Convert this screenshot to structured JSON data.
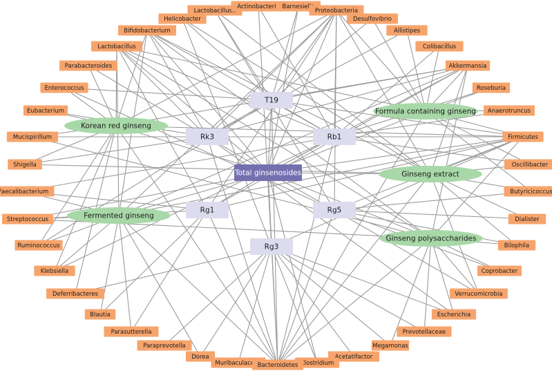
{
  "center": {
    "id": "total",
    "label": "Total ginsenosides"
  },
  "ginsenosides": [
    {
      "id": "t19",
      "label": "T19"
    },
    {
      "id": "rk3",
      "label": "Rk3"
    },
    {
      "id": "rb1",
      "label": "Rb1"
    },
    {
      "id": "rg1",
      "label": "Rg1"
    },
    {
      "id": "rg5",
      "label": "Rg5"
    },
    {
      "id": "rg3",
      "label": "Rg3"
    }
  ],
  "products": [
    {
      "id": "korean",
      "label": "Korean red ginseng"
    },
    {
      "id": "fermented",
      "label": "Fermented ginseng"
    },
    {
      "id": "formula",
      "label": "Formula containing ginseng"
    },
    {
      "id": "extract",
      "label": "Ginseng extract"
    },
    {
      "id": "polysac",
      "label": "Ginseng polysaccharides"
    }
  ],
  "bacteria": [
    {
      "id": "lactobacillush",
      "label": "Lactobacillush"
    },
    {
      "id": "actinobacteria",
      "label": "Actinobacteria"
    },
    {
      "id": "barnesiella",
      "label": "Barnesiella"
    },
    {
      "id": "proteobacteria",
      "label": "Proteobacteria"
    },
    {
      "id": "helicobacter",
      "label": "Helicobacter"
    },
    {
      "id": "desulfovibrio",
      "label": "Desulfovibrio"
    },
    {
      "id": "bifidobacterium",
      "label": "Bifidobacterium"
    },
    {
      "id": "alistipes",
      "label": "Allistipes"
    },
    {
      "id": "lactobacillus",
      "label": "Lactobacillus"
    },
    {
      "id": "colibacillus",
      "label": "Colibacillus"
    },
    {
      "id": "parabacteroides",
      "label": "Parabacteroides"
    },
    {
      "id": "akkermansia",
      "label": "Akkermansia"
    },
    {
      "id": "enterococcus",
      "label": "Enterococcus"
    },
    {
      "id": "roseburia",
      "label": "Roseburia"
    },
    {
      "id": "eubacterium",
      "label": "Eubacterium"
    },
    {
      "id": "anaerotruncus",
      "label": "Anaerotruncus"
    },
    {
      "id": "mucispirillum",
      "label": "Mucispirillum"
    },
    {
      "id": "firmicutes",
      "label": "Firmicutes"
    },
    {
      "id": "shigella",
      "label": "Shigella"
    },
    {
      "id": "oscillibacter",
      "label": "Oscillibacter"
    },
    {
      "id": "faecalibacterium",
      "label": "Faecalibacterium"
    },
    {
      "id": "butyricicoccus",
      "label": "Butyricicoccus"
    },
    {
      "id": "streptococcus",
      "label": "Streptococcus"
    },
    {
      "id": "dialister",
      "label": "Dialister"
    },
    {
      "id": "ruminococcus",
      "label": "Ruminococcus"
    },
    {
      "id": "bilophila",
      "label": "Bilophila"
    },
    {
      "id": "klebsiella",
      "label": "Klebsiella"
    },
    {
      "id": "coprobacter",
      "label": "Coprobacter"
    },
    {
      "id": "deferribacteres",
      "label": "Deferribacteres"
    },
    {
      "id": "verrucomicrobia",
      "label": "Verrucomicrobia"
    },
    {
      "id": "blautia",
      "label": "Blautia"
    },
    {
      "id": "escherichia",
      "label": "Escherichia"
    },
    {
      "id": "parasutterella",
      "label": "Parasutterella"
    },
    {
      "id": "prevotellaceae",
      "label": "Prevotellaceae"
    },
    {
      "id": "paraprevotella",
      "label": "Paraprevotella"
    },
    {
      "id": "megamonas",
      "label": "Megamonas"
    },
    {
      "id": "dorea",
      "label": "Dorea"
    },
    {
      "id": "acetatifactor",
      "label": "Acetatifactor"
    },
    {
      "id": "muribaculaceae",
      "label": "Muribaculaceae"
    },
    {
      "id": "clostridium",
      "label": "Clostridium"
    },
    {
      "id": "bacteroidetes",
      "label": "Bacteroidetes"
    }
  ],
  "edges": [
    [
      "total",
      "t19"
    ],
    [
      "total",
      "rk3"
    ],
    [
      "total",
      "rb1"
    ],
    [
      "total",
      "rg1"
    ],
    [
      "total",
      "rg5"
    ],
    [
      "total",
      "rg3"
    ],
    [
      "total",
      "korean"
    ],
    [
      "total",
      "fermented"
    ],
    [
      "total",
      "formula"
    ],
    [
      "total",
      "extract"
    ],
    [
      "total",
      "polysac"
    ],
    [
      "total",
      "bacteroidetes"
    ],
    [
      "total",
      "proteobacteria"
    ],
    [
      "total",
      "firmicutes"
    ],
    [
      "total",
      "akkermansia"
    ],
    [
      "total",
      "lactobacillus"
    ],
    [
      "total",
      "bifidobacterium"
    ],
    [
      "total",
      "clostridium"
    ],
    [
      "total",
      "streptococcus"
    ],
    [
      "total",
      "barnesiella"
    ],
    [
      "t19",
      "lactobacillush"
    ],
    [
      "t19",
      "helicobacter"
    ],
    [
      "t19",
      "barnesiella"
    ],
    [
      "t19",
      "proteobacteria"
    ],
    [
      "t19",
      "desulfovibrio"
    ],
    [
      "t19",
      "akkermansia"
    ],
    [
      "t19",
      "bacteroidetes"
    ],
    [
      "t19",
      "firmicutes"
    ],
    [
      "t19",
      "enterococcus"
    ],
    [
      "t19",
      "ruminococcus"
    ],
    [
      "t19",
      "rk3"
    ],
    [
      "t19",
      "rb1"
    ],
    [
      "rk3",
      "lactobacillus"
    ],
    [
      "rk3",
      "bifidobacterium"
    ],
    [
      "rk3",
      "parabacteroides"
    ],
    [
      "rk3",
      "eubacterium"
    ],
    [
      "rk3",
      "mucispirillum"
    ],
    [
      "rk3",
      "shigella"
    ],
    [
      "rk3",
      "bacteroidetes"
    ],
    [
      "rk3",
      "akkermansia"
    ],
    [
      "rk3",
      "proteobacteria"
    ],
    [
      "rk3",
      "firmicutes"
    ],
    [
      "rk3",
      "alistipes"
    ],
    [
      "rk3",
      "escherichia"
    ],
    [
      "rb1",
      "actinobacteria"
    ],
    [
      "rb1",
      "proteobacteria"
    ],
    [
      "rb1",
      "colibacillus"
    ],
    [
      "rb1",
      "roseburia"
    ],
    [
      "rb1",
      "anaerotruncus"
    ],
    [
      "rb1",
      "firmicutes"
    ],
    [
      "rb1",
      "bacteroidetes"
    ],
    [
      "rb1",
      "lactobacillus"
    ],
    [
      "rb1",
      "bifidobacterium"
    ],
    [
      "rb1",
      "faecalibacterium"
    ],
    [
      "rb1",
      "klebsiella"
    ],
    [
      "rb1",
      "oscillibacter"
    ],
    [
      "rg1",
      "faecalibacterium"
    ],
    [
      "rg1",
      "streptococcus"
    ],
    [
      "rg1",
      "blautia"
    ],
    [
      "rg1",
      "parasutterella"
    ],
    [
      "rg1",
      "bacteroidetes"
    ],
    [
      "rg1",
      "firmicutes"
    ],
    [
      "rg1",
      "lactobacillus"
    ],
    [
      "rg1",
      "proteobacteria"
    ],
    [
      "rg1",
      "akkermansia"
    ],
    [
      "rg5",
      "butyricicoccus"
    ],
    [
      "rg5",
      "dialister"
    ],
    [
      "rg5",
      "bilophila"
    ],
    [
      "rg5",
      "coprobacter"
    ],
    [
      "rg5",
      "verrucomicrobia"
    ],
    [
      "rg5",
      "bacteroidetes"
    ],
    [
      "rg5",
      "firmicutes"
    ],
    [
      "rg5",
      "proteobacteria"
    ],
    [
      "rg5",
      "lactobacillush"
    ],
    [
      "rg5",
      "enterococcus"
    ],
    [
      "rg3",
      "escherichia"
    ],
    [
      "rg3",
      "prevotellaceae"
    ],
    [
      "rg3",
      "megamonas"
    ],
    [
      "rg3",
      "acetatifactor"
    ],
    [
      "rg3",
      "clostridium"
    ],
    [
      "rg3",
      "muribaculaceae"
    ],
    [
      "rg3",
      "dorea"
    ],
    [
      "rg3",
      "paraprevotella"
    ],
    [
      "rg3",
      "deferribacteres"
    ],
    [
      "rg3",
      "bacteroidetes"
    ],
    [
      "rg3",
      "firmicutes"
    ],
    [
      "rg3",
      "helicobacter"
    ],
    [
      "rg3",
      "actinobacteria"
    ],
    [
      "korean",
      "lactobacillus"
    ],
    [
      "korean",
      "bifidobacterium"
    ],
    [
      "korean",
      "enterococcus"
    ],
    [
      "korean",
      "eubacterium"
    ],
    [
      "korean",
      "mucispirillum"
    ],
    [
      "korean",
      "shigella"
    ],
    [
      "korean",
      "ruminococcus"
    ],
    [
      "korean",
      "klebsiella"
    ],
    [
      "korean",
      "bacteroidetes"
    ],
    [
      "korean",
      "firmicutes"
    ],
    [
      "korean",
      "proteobacteria"
    ],
    [
      "korean",
      "akkermansia"
    ],
    [
      "korean",
      "parabacteroides"
    ],
    [
      "korean",
      "deferribacteres"
    ],
    [
      "fermented",
      "lactobacillus"
    ],
    [
      "fermented",
      "bifidobacterium"
    ],
    [
      "fermented",
      "faecalibacterium"
    ],
    [
      "fermented",
      "streptococcus"
    ],
    [
      "fermented",
      "ruminococcus"
    ],
    [
      "fermented",
      "blautia"
    ],
    [
      "fermented",
      "parasutterella"
    ],
    [
      "fermented",
      "bacteroidetes"
    ],
    [
      "fermented",
      "firmicutes"
    ],
    [
      "fermented",
      "akkermansia"
    ],
    [
      "fermented",
      "proteobacteria"
    ],
    [
      "fermented",
      "dorea"
    ],
    [
      "fermented",
      "klebsiella"
    ],
    [
      "formula",
      "akkermansia"
    ],
    [
      "formula",
      "roseburia"
    ],
    [
      "formula",
      "anaerotruncus"
    ],
    [
      "formula",
      "firmicutes"
    ],
    [
      "formula",
      "bacteroidetes"
    ],
    [
      "formula",
      "proteobacteria"
    ],
    [
      "formula",
      "desulfovibrio"
    ],
    [
      "formula",
      "alistipes"
    ],
    [
      "formula",
      "colibacillus"
    ],
    [
      "formula",
      "lactobacillus"
    ],
    [
      "formula",
      "oscillibacter"
    ],
    [
      "formula",
      "butyricicoccus"
    ],
    [
      "extract",
      "firmicutes"
    ],
    [
      "extract",
      "oscillibacter"
    ],
    [
      "extract",
      "butyricicoccus"
    ],
    [
      "extract",
      "dialister"
    ],
    [
      "extract",
      "bilophila"
    ],
    [
      "extract",
      "bacteroidetes"
    ],
    [
      "extract",
      "proteobacteria"
    ],
    [
      "extract",
      "akkermansia"
    ],
    [
      "extract",
      "lactobacillush"
    ],
    [
      "extract",
      "helicobacter"
    ],
    [
      "extract",
      "bifidobacterium"
    ],
    [
      "extract",
      "verrucomicrobia"
    ],
    [
      "extract",
      "shigella"
    ],
    [
      "polysac",
      "bilophila"
    ],
    [
      "polysac",
      "coprobacter"
    ],
    [
      "polysac",
      "verrucomicrobia"
    ],
    [
      "polysac",
      "escherichia"
    ],
    [
      "polysac",
      "prevotellaceae"
    ],
    [
      "polysac",
      "bacteroidetes"
    ],
    [
      "polysac",
      "firmicutes"
    ],
    [
      "polysac",
      "lactobacillus"
    ],
    [
      "polysac",
      "bifidobacterium"
    ],
    [
      "polysac",
      "akkermansia"
    ],
    [
      "polysac",
      "megamonas"
    ],
    [
      "polysac",
      "mucispirillum"
    ],
    [
      "polysac",
      "streptococcus"
    ]
  ]
}
